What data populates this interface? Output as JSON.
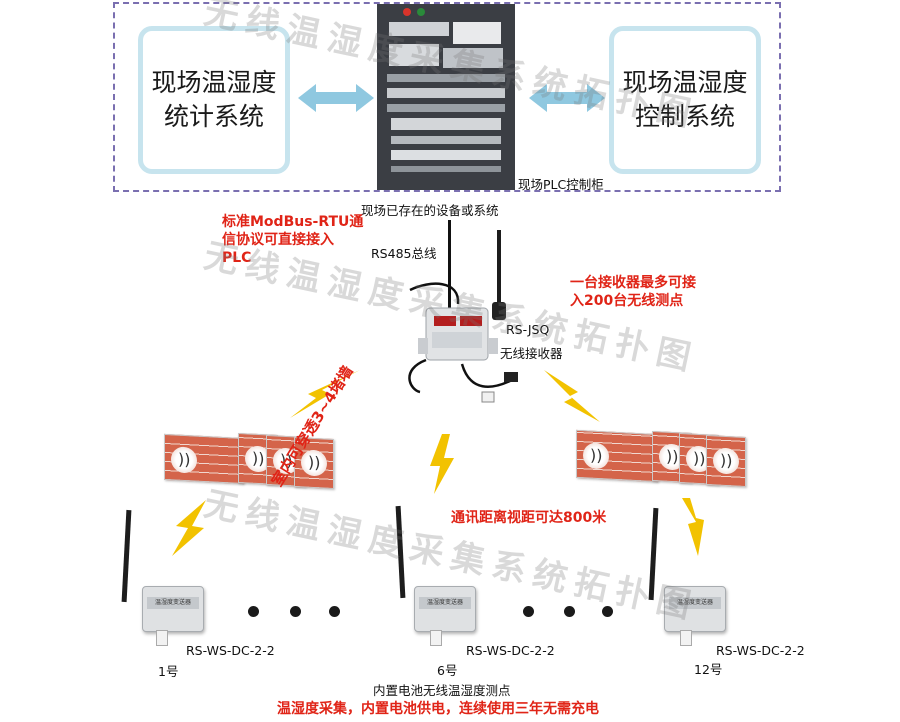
{
  "top": {
    "left_system": "现场温湿度\n统计系统",
    "right_system": "现场温湿度\n控制系统",
    "cabinet_label": "现场PLC控制柜",
    "existing_label": "现场已存在的设备或系统"
  },
  "middle": {
    "modbus_note": "标准ModBus-RTU通\n信协议可直接接入\nPLC",
    "rs485_label": "RS485总线",
    "receiver_model": "RS-JSQ",
    "receiver_name": "无线接收器",
    "capacity_note": "一台接收器最多可接\n入200台无线测点",
    "wall_note": "室内可穿透3~4堵墙",
    "distance_note": "通讯距离视距可达800米"
  },
  "sensors": [
    {
      "model": "RS-WS-DC-2-2",
      "number": "1号",
      "plate": "温湿度变送器"
    },
    {
      "model": "RS-WS-DC-2-2",
      "number": "6号",
      "plate": "温湿度变送器"
    },
    {
      "model": "RS-WS-DC-2-2",
      "number": "12号",
      "plate": "温湿度变送器"
    }
  ],
  "bottom": {
    "caption": "内置电池无线温湿度测点",
    "footer_note": "温湿度采集，内置电池供电，连续使用三年无需充电"
  },
  "watermark": "无线温湿度采集系统拓扑图",
  "colors": {
    "accent_red": "#e02417",
    "bolt_yellow": "#f2c200",
    "arrow_blue": "#8fc8e0",
    "box_border": "#c7e4ee",
    "dashed_border": "#7a6fb0"
  }
}
